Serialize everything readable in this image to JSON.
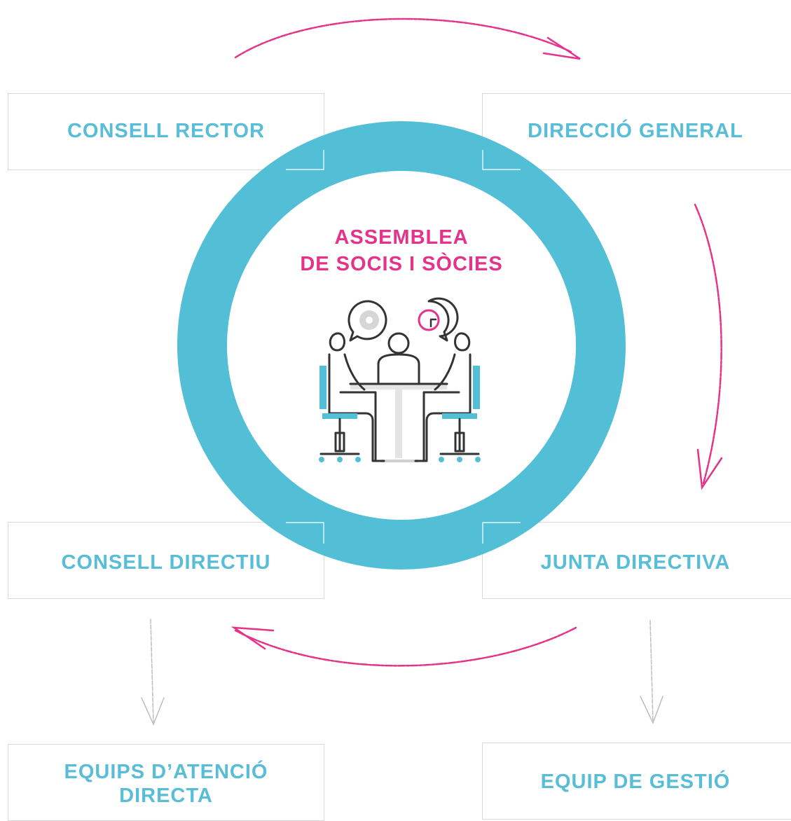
{
  "boxes": {
    "consell_rector": "CONSELL RECTOR",
    "direccio_general": "DIRECCIÓ GENERAL",
    "consell_directiu": "CONSELL DIRECTIU",
    "junta_directiva": "JUNTA DIRECTIVA",
    "equips_atencio_line1": "EQUIPS D’ATENCIÓ",
    "equips_atencio_line2": "DIRECTA",
    "equip_gestio": "EQUIP DE GESTIÓ"
  },
  "center": {
    "line1": "ASSEMBLEA",
    "line2": "DE SOCIS I SÒCIES",
    "icon": "meeting-table-icon"
  },
  "colors": {
    "ring": "#52bfd7",
    "accent_pink": "#e5338a",
    "label_blue": "#58bdd6",
    "box_border": "#d9d9d9",
    "grey_arrow": "#bdbdbd"
  }
}
